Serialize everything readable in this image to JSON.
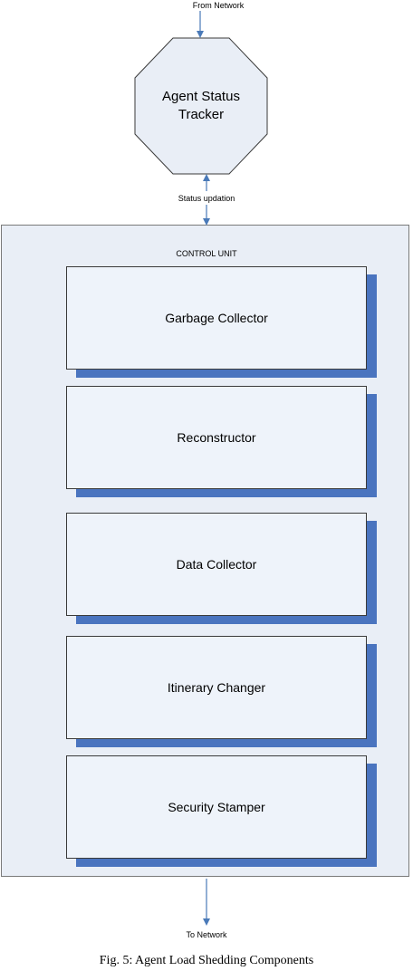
{
  "labels": {
    "from_network": "From Network",
    "status_updation": "Status updation",
    "to_network": "To Network"
  },
  "tracker": {
    "label": "Agent Status Tracker"
  },
  "control_unit": {
    "label": "CONTROL UNIT",
    "components": [
      "Garbage Collector",
      "Reconstructor",
      "Data Collector",
      "Itinerary Changer",
      "Security Stamper"
    ]
  },
  "caption": "Fig. 5: Agent Load Shedding Components",
  "colors": {
    "shadow": "#4a74bf",
    "arrow": "#4a7ab8",
    "panel": "#e9eef6"
  }
}
